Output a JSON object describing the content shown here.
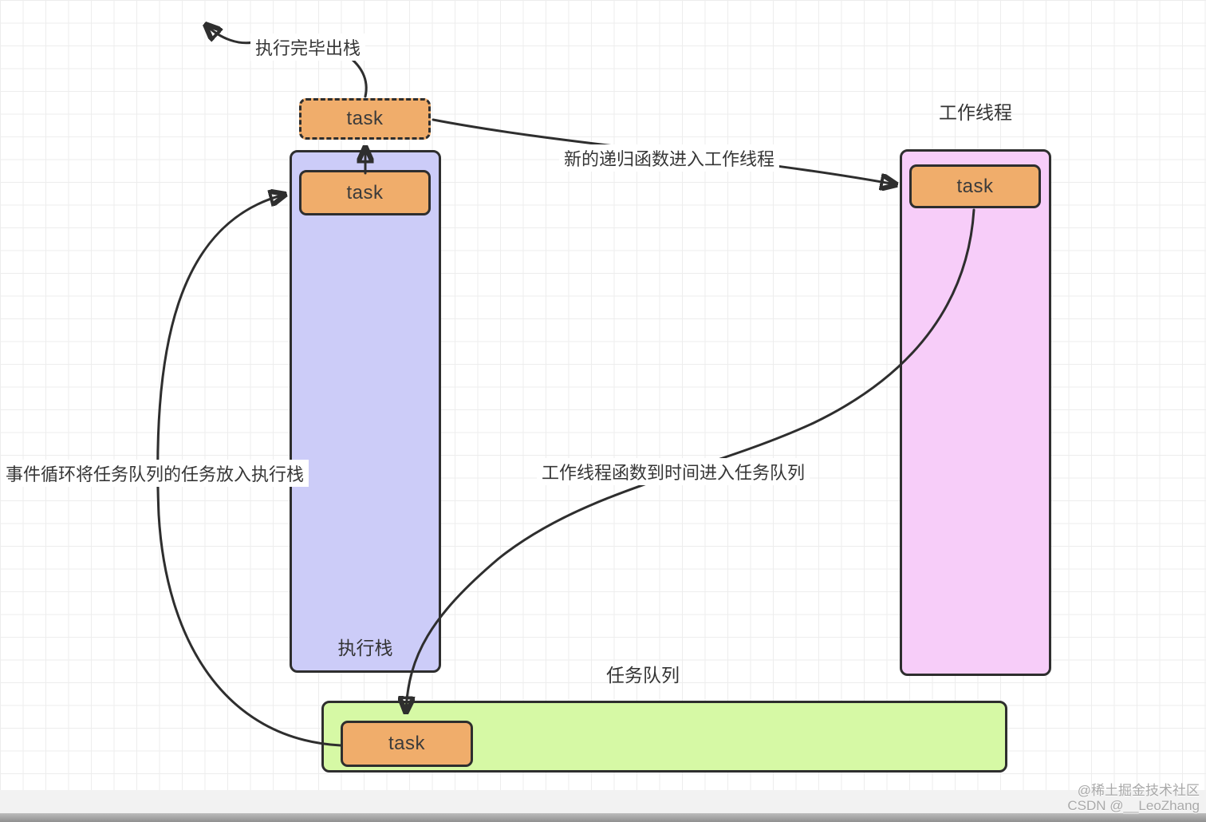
{
  "diagram": {
    "colors": {
      "task_fill": "#f0ad6b",
      "stack_fill": "#ccccf8",
      "worker_fill": "#f7cdf9",
      "queue_fill": "#d6f9a5",
      "stroke": "#2e2e2e",
      "grid_line": "#ededed"
    },
    "nodes": {
      "popped_task": {
        "label": "task"
      },
      "stack": {
        "title": "执行栈",
        "task": {
          "label": "task"
        }
      },
      "worker": {
        "title": "工作线程",
        "task": {
          "label": "task"
        }
      },
      "queue": {
        "title": "任务队列",
        "task": {
          "label": "task"
        }
      }
    },
    "annotations": {
      "pop": "执行完毕出栈",
      "to_worker": "新的递归函数进入工作线程",
      "to_queue": "工作线程函数到时间进入任务队列",
      "to_stack": "事件循环将任务队列的任务放入执行栈"
    }
  },
  "watermark": {
    "line1": "@稀土掘金技术社区",
    "line2": "CSDN @__LeoZhang"
  }
}
